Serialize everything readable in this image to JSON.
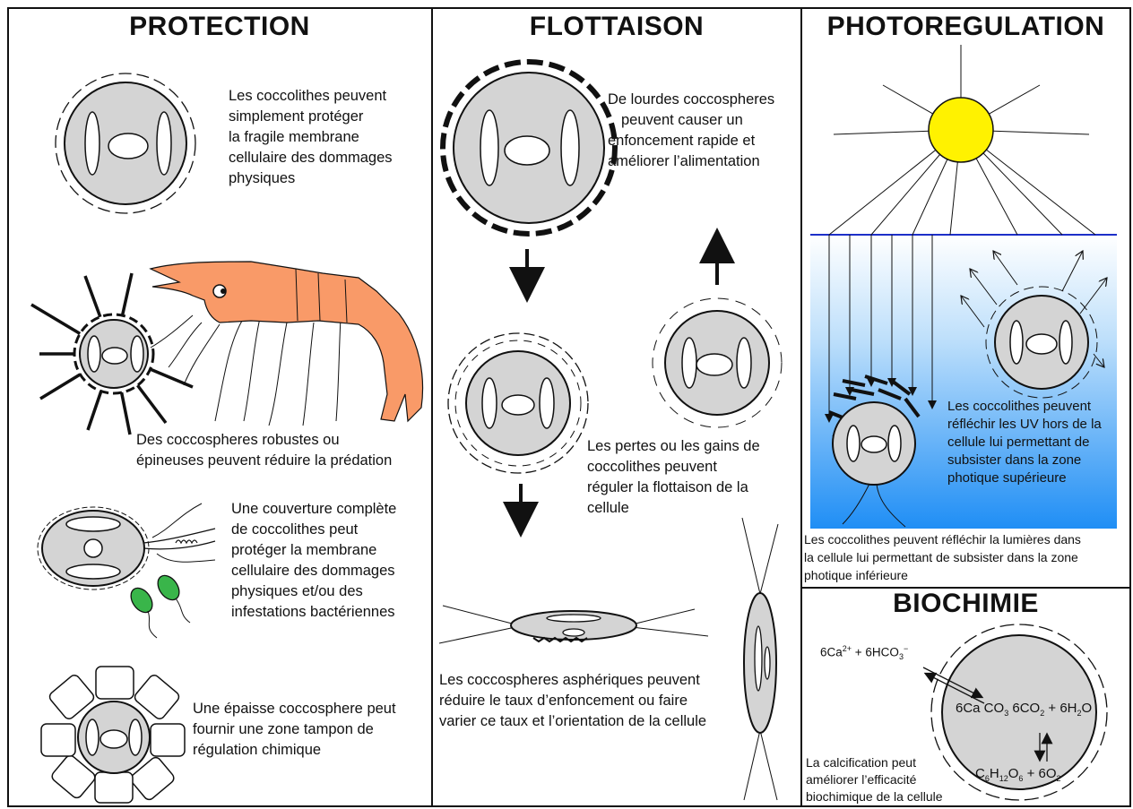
{
  "sections": {
    "protection": {
      "title": "PROTECTION",
      "texts": [
        [
          "Les coccolithes peuvent",
          "simplement protéger",
          "la fragile membrane",
          "cellulaire des dommages",
          "physiques"
        ],
        [
          "Des coccospheres robustes ou",
          "épineuses peuvent réduire la prédation"
        ],
        [
          "Une couverture complète",
          "de coccolithes peut",
          "protéger la membrane",
          "cellulaire des dommages",
          "physiques et/ou des",
          "infestations bactériennes"
        ],
        [
          "Une épaisse coccosphere peut",
          "fournir une zone tampon de",
          "régulation chimique"
        ]
      ]
    },
    "flottaison": {
      "title": "FLOTTAISON",
      "texts": [
        [
          "De lourdes coccospheres",
          "peuvent  causer  un",
          "enfoncement rapide et",
          "améliorer l’alimentation"
        ],
        [
          "Les pertes ou les gains de",
          "coccolithes peuvent",
          "réguler la flottaison de la",
          "cellule"
        ],
        [
          "Les coccospheres asphériques peuvent",
          "réduire le taux d’enfoncement ou faire",
          "varier ce taux et l’orientation de la cellule"
        ]
      ]
    },
    "photoregulation": {
      "title": "PHOTOREGULATION",
      "texts": [
        [
          "Les coccolithes peuvent",
          "réfléchir les UV hors de la",
          "cellule lui permettant de",
          "subsister dans la zone",
          "photique supérieure"
        ],
        [
          "Les coccolithes peuvent réfléchir la lumières dans",
          "la cellule lui permettant de subsister dans la zone",
          "photique inférieure"
        ]
      ]
    },
    "biochimie": {
      "title": "BIOCHIMIE",
      "equations": {
        "input": {
          "a": "6Ca",
          "a_sup": "2+",
          "b": " + 6HCO",
          "b_sub": "3",
          "b_sup": "−"
        },
        "middle": {
          "a": "6Ca CO",
          "a_sub": "3",
          "b": " 6CO",
          "b_sub": "2",
          "c": " + 6H",
          "c_sub": "2",
          "d": "O"
        },
        "output": {
          "a": "C",
          "a_sub": "6",
          "b": "H",
          "b_sub": "12",
          "c": "O",
          "c_sub": "6",
          "d": " + 6O",
          "d_sub": "2"
        }
      },
      "texts": [
        [
          "La calcification peut",
          "améliorer l’efficacité",
          "biochimique de la cellule"
        ]
      ]
    }
  },
  "colors": {
    "cell": "#d4d4d4",
    "shrimp": "#f99a68",
    "sun": "#fff200",
    "water_top": "#ffffff",
    "water_bottom": "#1f8ef5",
    "water_line": "#1d2fc9",
    "bacteria": "#39b54a"
  },
  "icons": [
    "coccolith-cell",
    "shrimp-predator",
    "bacteria",
    "sun",
    "arrow-down",
    "arrow-up",
    "equilibrium-arrows"
  ]
}
